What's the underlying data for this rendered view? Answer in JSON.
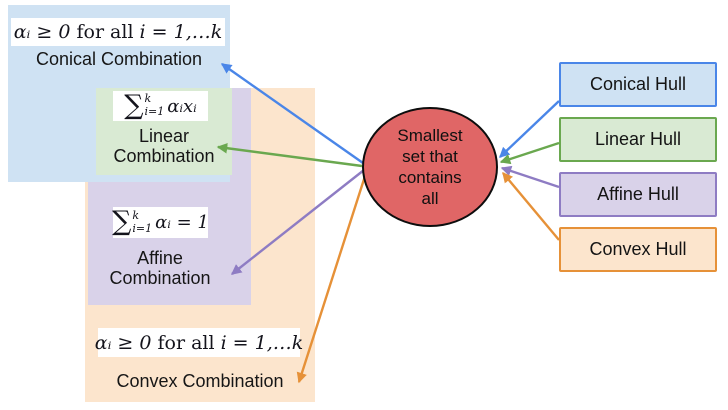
{
  "center": {
    "lines": [
      "Smallest",
      "set that",
      "contains",
      "all"
    ]
  },
  "combinations": {
    "conical": {
      "label": "Conical Combination",
      "formula": {
        "a": "αᵢ ≥ 0",
        "mid": "for all",
        "b": "i = 1,…k"
      }
    },
    "linear": {
      "label_line1": "Linear",
      "label_line2": "Combination",
      "formula": {
        "sigma": "∑",
        "sup": "k",
        "sub": "i=1",
        "body": "αᵢxᵢ"
      }
    },
    "affine": {
      "label_line1": "Affine",
      "label_line2": "Combination",
      "formula": {
        "sigma": "∑",
        "sup": "k",
        "sub": "i=1",
        "body": "αᵢ = 1"
      }
    },
    "convex": {
      "label": "Convex Combination",
      "formula": {
        "a": "αᵢ ≥ 0",
        "mid": "for all",
        "b": "i = 1,…k"
      }
    }
  },
  "hulls": [
    {
      "label": "Conical Hull"
    },
    {
      "label": "Linear Hull"
    },
    {
      "label": "Affine Hull"
    },
    {
      "label": "Convex Hull"
    }
  ],
  "colors": {
    "blue_fill": "#cfe2f3",
    "blue_line": "#4a86e8",
    "green_fill": "#d9ead3",
    "green_line": "#6aa84f",
    "purple_fill": "#d9d2e9",
    "purple_line": "#8e7cc3",
    "orange_fill": "#fce5cd",
    "orange_line": "#e69138",
    "circle_fill": "#e06666",
    "circle_border": "#0d0d0d"
  }
}
